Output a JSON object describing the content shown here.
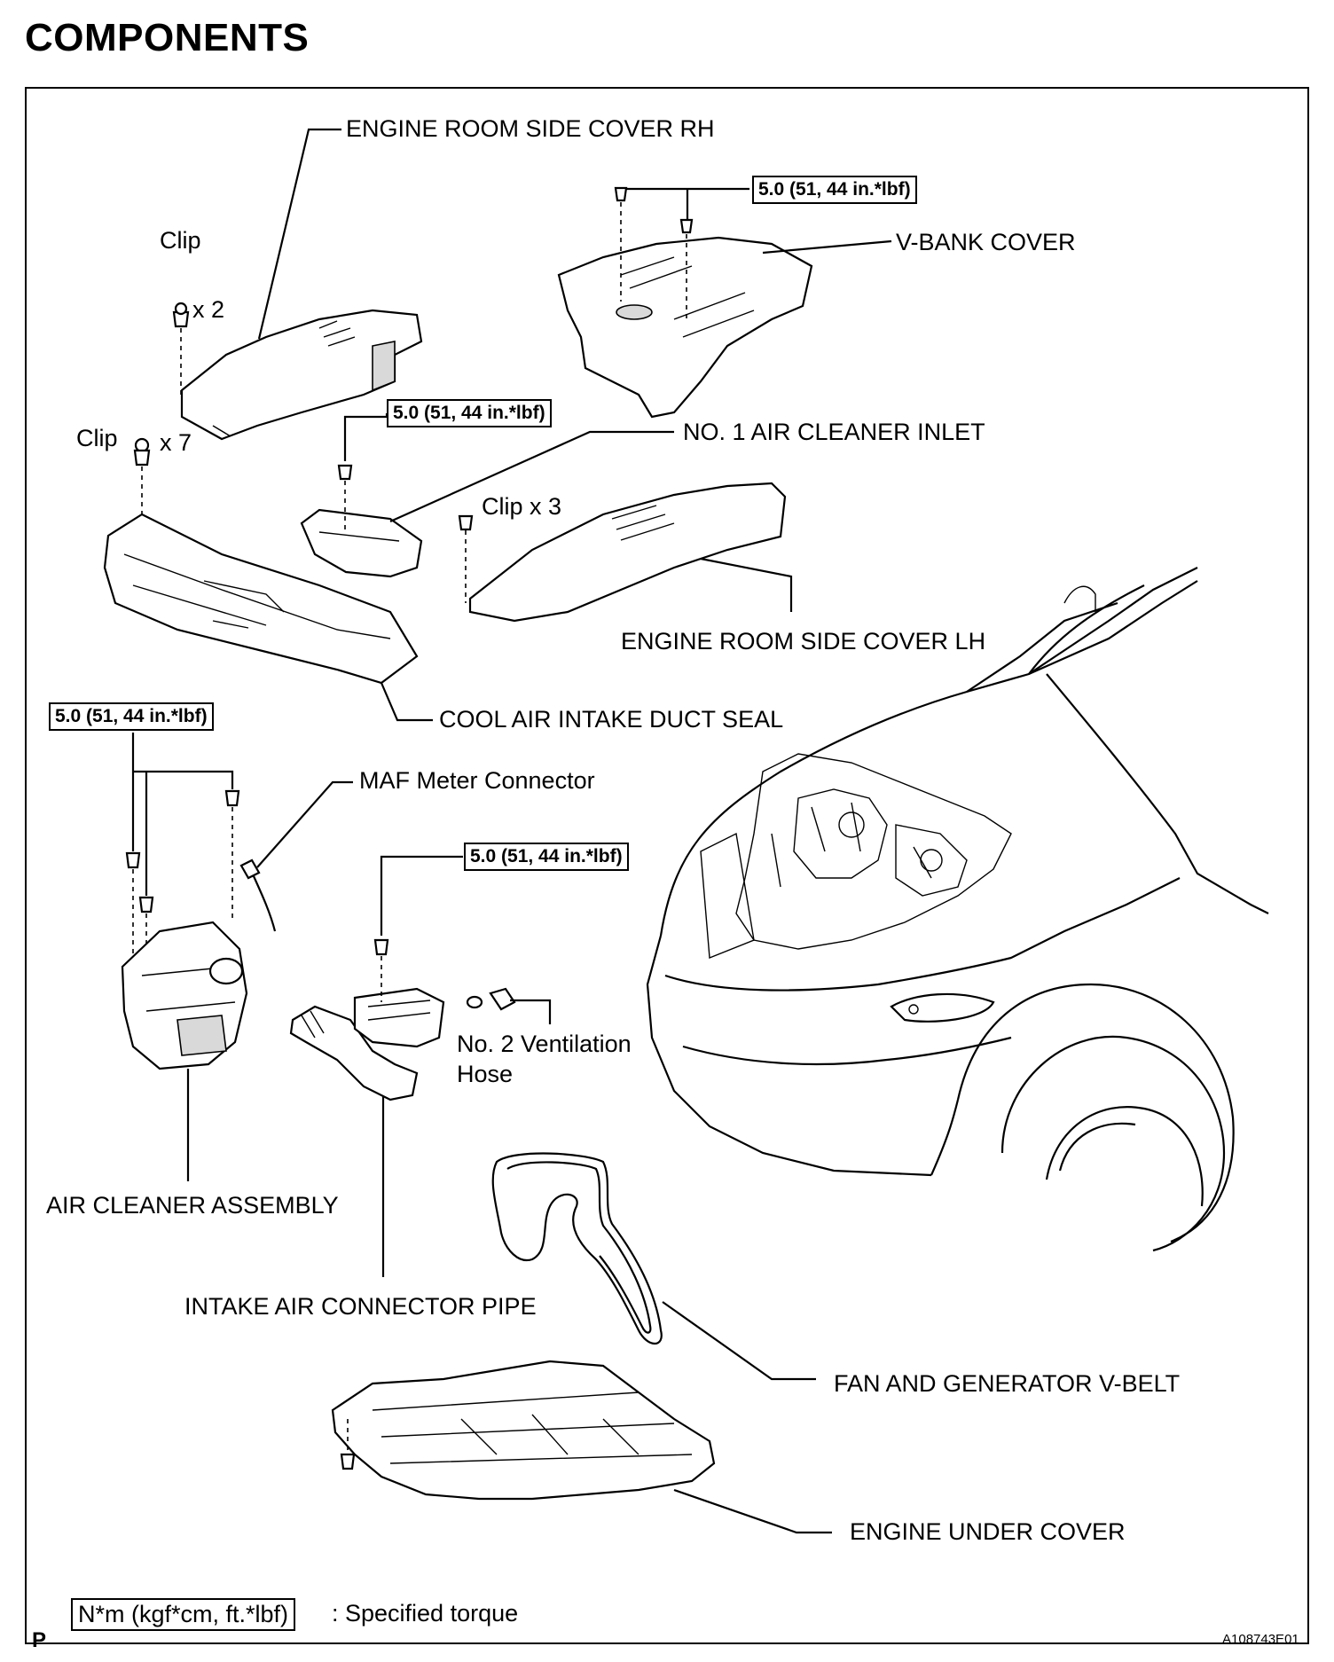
{
  "title": "COMPONENTS",
  "labels": {
    "engine_room_side_cover_rh": "ENGINE ROOM SIDE COVER RH",
    "clip_top": "Clip",
    "clip_x2": "x 2",
    "v_bank_cover": "V-BANK COVER",
    "clip_left": "Clip",
    "clip_x7": "x 7",
    "no1_air_cleaner_inlet": "NO. 1 AIR CLEANER INLET",
    "clip_x3": "Clip x 3",
    "engine_room_side_cover_lh": "ENGINE ROOM SIDE COVER LH",
    "cool_air_intake_duct_seal": "COOL AIR INTAKE DUCT SEAL",
    "maf_meter_connector": "MAF Meter Connector",
    "no2_ventilation_hose_line1": "No. 2 Ventilation",
    "no2_ventilation_hose_line2": "Hose",
    "air_cleaner_assembly": "AIR CLEANER ASSEMBLY",
    "intake_air_connector_pipe": "INTAKE AIR CONNECTOR PIPE",
    "fan_and_generator_v_belt": "FAN AND GENERATOR V-BELT",
    "engine_under_cover": "ENGINE UNDER COVER"
  },
  "torques": {
    "v_bank": "5.0 (51, 44 in.*lbf)",
    "air_inlet": "5.0 (51, 44 in.*lbf)",
    "air_cleaner": "5.0 (51, 44 in.*lbf)",
    "connector_pipe": "5.0 (51, 44 in.*lbf)"
  },
  "legend": {
    "unit_box": "N*m (kgf*cm, ft.*lbf)",
    "description": ": Specified torque"
  },
  "corner_letter": "P",
  "figure_code": "A108743E01"
}
